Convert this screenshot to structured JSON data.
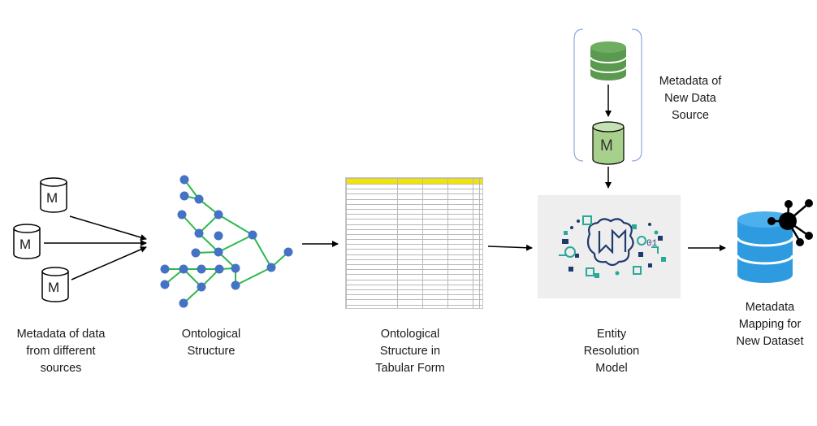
{
  "captions": {
    "sources": [
      "Metadata of data",
      "from different",
      "sources"
    ],
    "ontology": [
      "Ontological",
      "Structure"
    ],
    "tabular": [
      "Ontological",
      "Structure in",
      "Tabular Form"
    ],
    "model": [
      "Entity",
      "Resolution",
      "Model"
    ],
    "new_source": [
      "Metadata of",
      "New Data",
      "Source"
    ],
    "mapping": [
      "Metadata",
      "Mapping for",
      "New Dataset"
    ]
  },
  "cylinder_letter": "M",
  "colors": {
    "node": "#4472c4",
    "edge": "#2db84a",
    "db_green": "#5a9a4e",
    "db_green_light": "#a8d08d",
    "db_blue": "#2e9be0",
    "spreadsheet_header": "#f2e600",
    "bracket": "#8ea9db"
  },
  "icons": [
    "cylinder-icon",
    "database-icon",
    "brain-chip-icon",
    "database-network-icon",
    "spreadsheet-icon",
    "tree-graph-icon"
  ]
}
